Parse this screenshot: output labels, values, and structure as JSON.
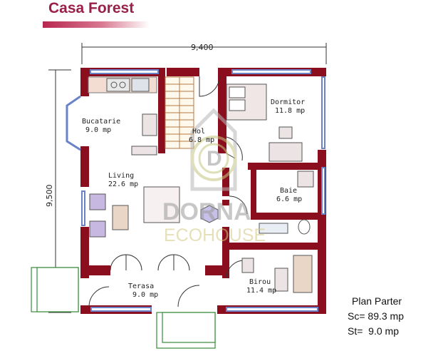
{
  "title": "Casa Forest",
  "dimensions": {
    "width": "9,400",
    "height": "9,500"
  },
  "rooms": [
    {
      "name": "Bucatarie",
      "area": "9.0 mp"
    },
    {
      "name": "Hol",
      "area": "6.8 mp"
    },
    {
      "name": "Dormitor",
      "area": "11.8 mp"
    },
    {
      "name": "Living",
      "area": "22.6 mp"
    },
    {
      "name": "Baie",
      "area": "6.6 mp"
    },
    {
      "name": "Birou",
      "area": "11.4 mp"
    },
    {
      "name": "Terasa",
      "area": "9.0 mp"
    }
  ],
  "legend": {
    "plan": "Plan Parter",
    "sc": "Sc= 89.3 mp",
    "st": "St=  9.0 mp"
  },
  "watermark": {
    "brand": "DORNA",
    "sub": "ECOHOUSE",
    "letter": "D"
  },
  "colors": {
    "wall": "#8b0e1e",
    "window": "#6a82c8",
    "floor": "#ffffff",
    "accent": "#9a2048"
  }
}
